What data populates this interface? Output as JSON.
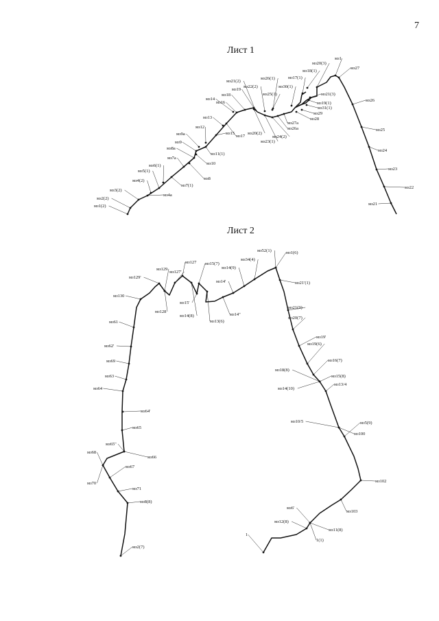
{
  "page_number": "7",
  "sheet1": {
    "title": "Лист 1",
    "labels": [
      "мз1",
      "мз27",
      "мз20(3)",
      "мз18(1)",
      "мз17(1)",
      "мз26(1)",
      "мз21(2)",
      "мз22(2)",
      "мз19",
      "мз25(1)",
      "мз30(1)",
      "мз21(3)",
      "мз19(1)",
      "мз31(1)",
      "мз29",
      "мз28",
      "мз27а",
      "мз26а",
      "мз24(2)",
      "мз23(1)",
      "мз20(2)",
      "мз18",
      "мз16",
      "мз14",
      "мз17",
      "мз15",
      "мз13",
      "мз12",
      "мз9а",
      "мз9",
      "мз8а",
      "мз11(1)",
      "мз10",
      "мз7а",
      "мз8",
      "мз7(1)",
      "мз6(1)",
      "мз5(1)",
      "мз4(2)",
      "мз4а",
      "мз3(2)",
      "мз2(2)",
      "мз1(2)",
      "мз26",
      "мз25",
      "мз24",
      "мз23",
      "мз22",
      "мз21"
    ]
  },
  "sheet2": {
    "title": "Лист 2",
    "labels": [
      "мз52(1)",
      "мз34(4)",
      "мз14(9)",
      "мз1(6)",
      "мз127",
      "мз15(7)",
      "мз129",
      "мз127'",
      "мз129'",
      "мз14'",
      "мз130",
      "мз15'",
      "мз128",
      "мз14(8)",
      "мз13(6)",
      "мз14\"",
      "мз21'(1)",
      "мз21(9)",
      "мз20(7)",
      "мз61",
      "мз19'",
      "мз19(6)",
      "мз62'",
      "мз16(7)",
      "мз18(8)",
      "мз69",
      "мз15(8)",
      "мз63",
      "мз13/4",
      "мз14(10)",
      "мз64",
      "мз64'",
      "мз65",
      "мз10/5",
      "мз5(9)",
      "мз100",
      "мз65\"",
      "мз66",
      "мз68",
      "мз67",
      "мз70",
      "мз71",
      "мз102",
      "мз8(8)",
      "мз103",
      "мз6'",
      "мз12(8)",
      "мз11(8)",
      "мз2(7)",
      "1",
      "1(1)"
    ]
  }
}
